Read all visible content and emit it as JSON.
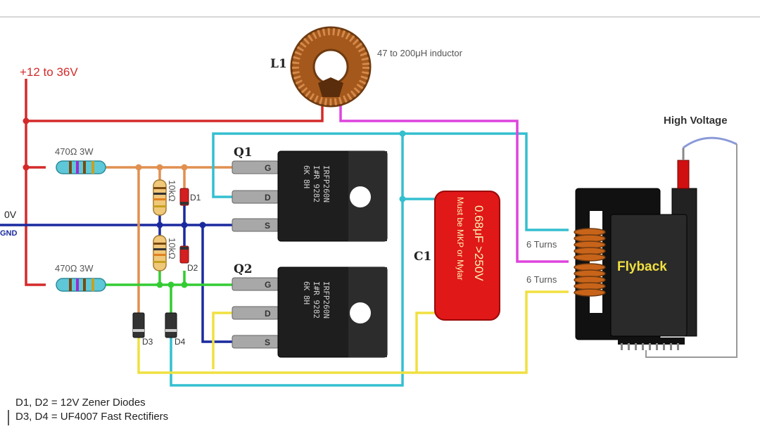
{
  "supply": {
    "label": "+12 to 36V"
  },
  "ground": {
    "v_label": "0V",
    "gnd_label": "GND"
  },
  "inductor": {
    "ref": "L1",
    "value": "47 to 200μH inductor"
  },
  "resistors": {
    "r_gate_1": "470Ω 3W",
    "r_gate_2": "470Ω 3W",
    "r_pull_1": "10kΩ",
    "r_pull_2": "10kΩ"
  },
  "transistors": [
    {
      "ref": "Q1",
      "part": [
        "IRFP260N",
        "I#R  9282",
        "6K      8H"
      ],
      "pins": [
        "G",
        "D",
        "S"
      ]
    },
    {
      "ref": "Q2",
      "part": [
        "IRFP260N",
        "I#R  9282",
        "6K      8H"
      ],
      "pins": [
        "G",
        "D",
        "S"
      ]
    }
  ],
  "diodes": {
    "d1": "D1",
    "d2": "D2",
    "d3": "D3",
    "d4": "D4"
  },
  "capacitor": {
    "ref": "C1",
    "value": "0.68μF  >250V",
    "note": "Must be MKP or Mylar"
  },
  "flyback": {
    "label": "Flyback",
    "winding_1": "6 Turns",
    "winding_2": "6 Turns",
    "hv_label": "High Voltage"
  },
  "notes": {
    "line_1": "D1, D2 = 12V Zener Diodes",
    "line_2": "D3, D4 = UF4007 Fast Rectifiers"
  },
  "colors": {
    "supply": "#d42a2a",
    "ground": "#1a2a9e",
    "gate1": "#e09050",
    "gate2": "#33cc33",
    "drain1": "#33bfd0",
    "drain2": "#f0e040",
    "center": "#dd44dd",
    "capacitor": "#e01818"
  }
}
